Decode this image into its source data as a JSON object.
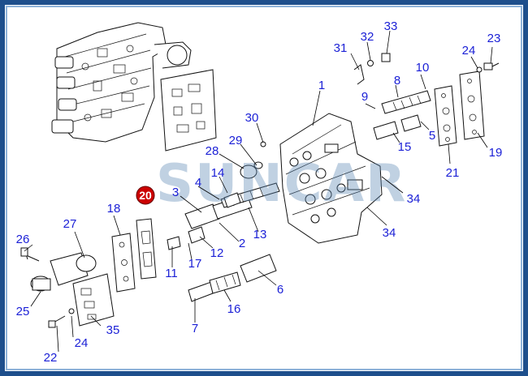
{
  "watermark": {
    "text": "SUNCAR"
  },
  "highlighted_part": {
    "number": "20",
    "color": "#cc0000"
  },
  "label_color": "#1a1fd6",
  "border_color": "#1e4f8c",
  "part_numbers": {
    "p1": "1",
    "p2": "2",
    "p3": "3",
    "p4": "4",
    "p5": "5",
    "p6": "6",
    "p7": "7",
    "p8": "8",
    "p9": "9",
    "p10": "10",
    "p11": "11",
    "p12": "12",
    "p13": "13",
    "p14": "14",
    "p15": "15",
    "p16": "16",
    "p17": "17",
    "p18": "18",
    "p19": "19",
    "p21": "21",
    "p22": "22",
    "p23": "23",
    "p24a": "24",
    "p24b": "24",
    "p25": "25",
    "p26": "26",
    "p27": "27",
    "p28": "28",
    "p29": "29",
    "p30": "30",
    "p31": "31",
    "p32": "32",
    "p33": "33",
    "p34a": "34",
    "p34b": "34",
    "p35": "35"
  }
}
